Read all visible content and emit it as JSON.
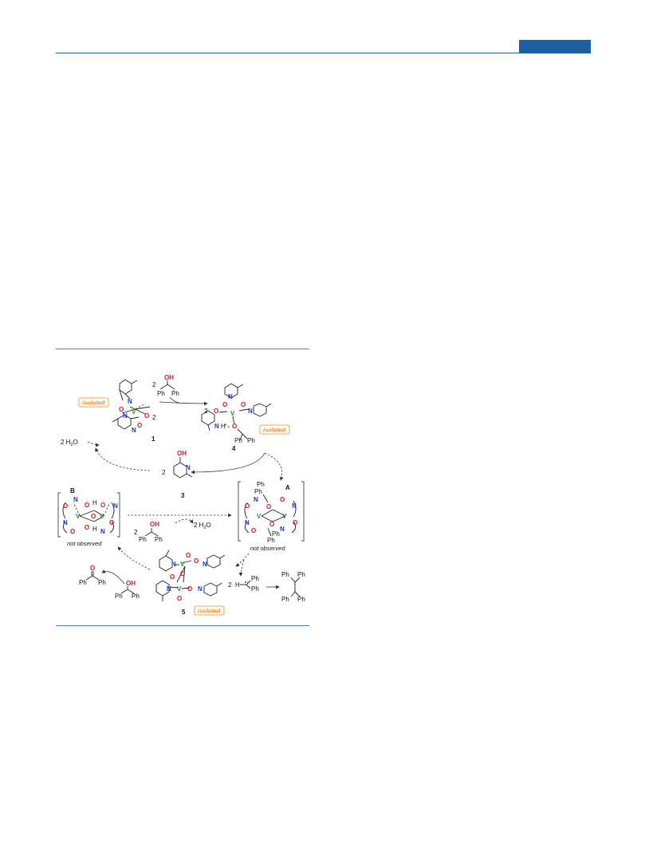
{
  "header": {
    "accent_color": "#1e5fa0"
  },
  "scheme": {
    "labels": {
      "isolated": "isolated",
      "not_observed": "not observed",
      "compound_1": "1",
      "compound_3": "3",
      "compound_4": "4",
      "compound_5": "5",
      "intermediate_A": "A",
      "intermediate_B": "B"
    },
    "reagents": {
      "water_top": "2 H",
      "water_top_sub": "2",
      "water_top_o": "O",
      "water_mid": "2 H",
      "water_mid_sub": "2",
      "water_mid_o": "O",
      "coef_2": "2",
      "Ph": "Ph",
      "OH": "OH",
      "H": "H",
      "N": "N",
      "O": "O",
      "V": "V"
    },
    "colors": {
      "nitrogen": "#1a37c8",
      "oxygen": "#d6161e",
      "vanadium": "#1d9a1d",
      "isolated_tag": "#f08a1c",
      "figure_rule": "#4a7fb8"
    }
  }
}
